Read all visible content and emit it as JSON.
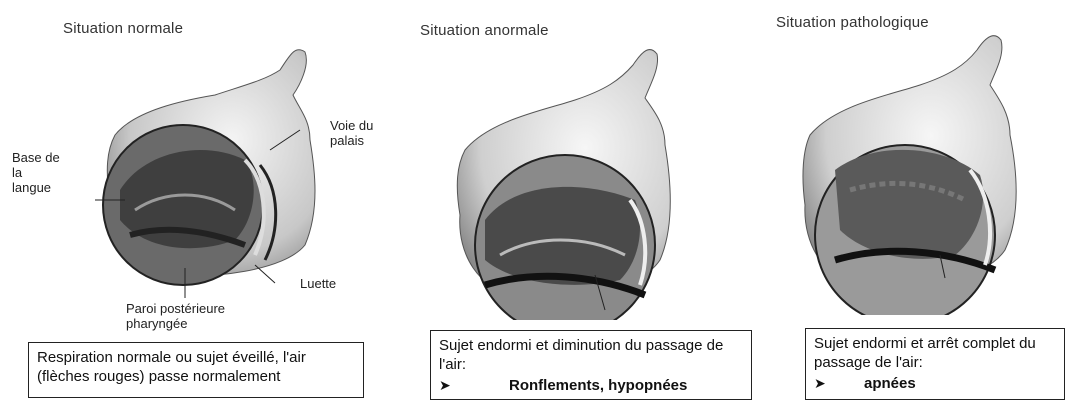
{
  "panels": [
    {
      "title": "Situation  normale",
      "labels": {
        "base_langue": "Base de\nla\nlangue",
        "voie_palais": "Voie du\npalais",
        "luette": "Luette",
        "paroi": "Paroi postérieure\npharyngée"
      },
      "caption": {
        "text": "Respiration normale ou sujet éveillé, l'air (flèches rouges) passe normalement"
      }
    },
    {
      "title": "Situation anormale",
      "caption": {
        "text": "Sujet endormi et diminution du passage de l'air:",
        "bullet_symbol": "➤",
        "bullet": "Ronflements, hypopnées"
      }
    },
    {
      "title": "Situation pathologique",
      "caption": {
        "text": "Sujet endormi et arrêt complet du passage de l'air:",
        "bullet_symbol": "➤",
        "bullet": "apnées"
      }
    }
  ]
}
